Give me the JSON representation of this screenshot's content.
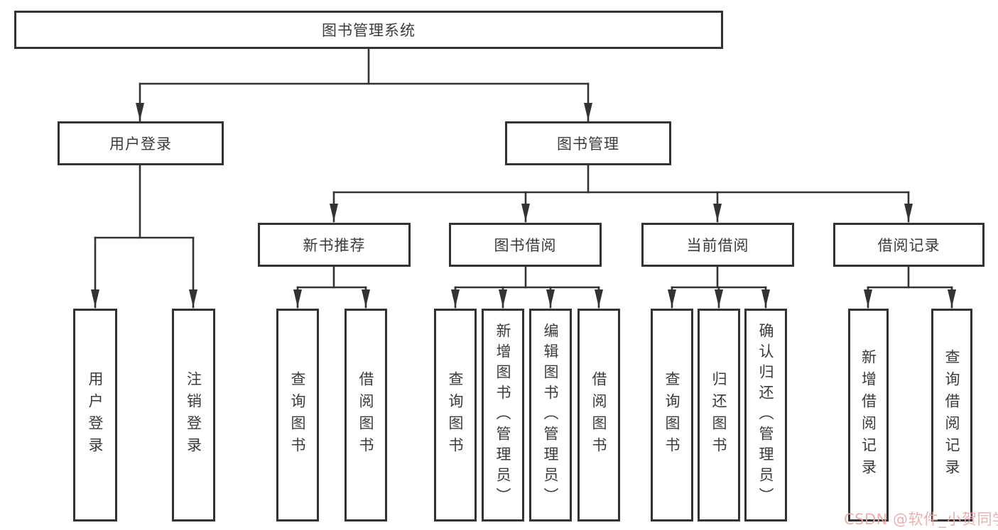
{
  "colors": {
    "line": "#333333",
    "box_border": "#333333",
    "box_bg": "#ffffff",
    "text": "#3b3b3b",
    "watermark": "#e9a8a8"
  },
  "root": {
    "label": "图书管理系统"
  },
  "user_login": {
    "label": "用户登录",
    "children": [
      {
        "label": "用户登录"
      },
      {
        "label": "注销登录"
      }
    ]
  },
  "book_management": {
    "label": "图书管理",
    "modules": [
      {
        "label": "新书推荐",
        "children": [
          {
            "label": "查询图书"
          },
          {
            "label": "借阅图书"
          }
        ]
      },
      {
        "label": "图书借阅",
        "children": [
          {
            "label": "查询图书"
          },
          {
            "label": "新增图书（管理员）"
          },
          {
            "label": "编辑图书（管理员）"
          },
          {
            "label": "借阅图书"
          }
        ]
      },
      {
        "label": "当前借阅",
        "children": [
          {
            "label": "查询图书"
          },
          {
            "label": "归还图书"
          },
          {
            "label": "确认归还（管理员）"
          }
        ]
      },
      {
        "label": "借阅记录",
        "children": [
          {
            "label": "新增借阅记录"
          },
          {
            "label": "查询借阅记录"
          }
        ]
      }
    ]
  },
  "watermark": {
    "text": "CSDN @软件_小贺同学"
  }
}
